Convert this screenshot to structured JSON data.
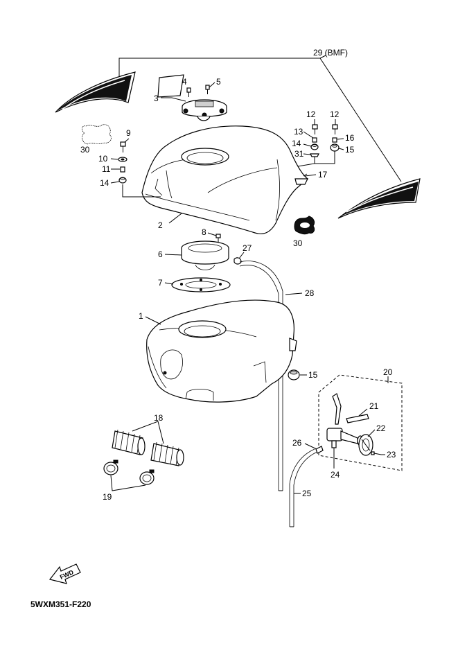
{
  "diagram": {
    "reference_code": "5WXM351-F220",
    "fwd_label": "FWD",
    "callouts": {
      "c1": "1",
      "c2": "2",
      "c3": "3",
      "c4": "4",
      "c5": "5",
      "c6": "6",
      "c7": "7",
      "c8": "8",
      "c9": "9",
      "c10": "10",
      "c11": "11",
      "c12a": "12",
      "c12b": "12",
      "c13": "13",
      "c14a": "14",
      "c14b": "14",
      "c15a": "15",
      "c15b": "15",
      "c16": "16",
      "c17": "17",
      "c18": "18",
      "c19": "19",
      "c20": "20",
      "c21": "21",
      "c22": "22",
      "c23": "23",
      "c24": "24",
      "c25": "25",
      "c26": "26",
      "c27": "27",
      "c28": "28",
      "c29": "29 (BMF)",
      "c30a": "30",
      "c30b": "30",
      "c31": "31"
    }
  }
}
